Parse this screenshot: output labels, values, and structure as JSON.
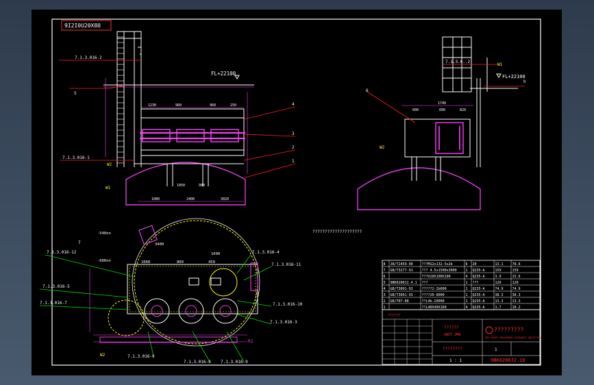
{
  "drawing": {
    "number_top": "9I2I0U20X80",
    "title_note": "????????????????????",
    "elevation_front": "FL+22100",
    "elevation_side": "FL+22100",
    "front_callouts": [
      "7.1.3.016-2",
      "5",
      "4",
      "3",
      "2",
      "1",
      "7.1.3.016-1",
      "W2",
      "W1"
    ],
    "side_callouts": [
      "6",
      "7.1.3.0..2",
      "W2",
      "W1",
      "h"
    ],
    "plan_callouts": [
      "7",
      "7.1.3.016-12",
      "7.1.3.016-5",
      "7.1.3.016-7",
      "7.1.3.016-4",
      "7.1.3.016-11",
      "7.1.3.016-10",
      "7.1.3.016-3",
      "7.1.3.016-6",
      "7.1.3.016-8",
      "7.1.3.016-9",
      "W2",
      "R2"
    ],
    "plan_dims": [
      "-540nn",
      "-680nn",
      "3400",
      "1690",
      "1060",
      "800",
      "450"
    ],
    "front_dims": [
      "1230",
      "960",
      "960",
      "250",
      "1050",
      "900",
      "1080",
      "2400",
      "3020"
    ],
    "side_dims": [
      "1740",
      "600",
      "600",
      "820"
    ]
  },
  "bom_rows": [
    [
      "8",
      "JB/T2459-90",
      "???M12x132-5x2b",
      "6",
      "20",
      "13.1",
      "78.6"
    ],
    [
      "7",
      "GB/T3277-91",
      "??? 4.5x1500x3000",
      "1",
      "Q235-A",
      "159",
      "159"
    ],
    [
      "6",
      "",
      "???U10X100X100",
      "4",
      "Q235-A",
      "3.9",
      "15.6"
    ],
    [
      "5",
      "9BK0200J2.4.1",
      "???",
      "1",
      "???",
      "120",
      "120"
    ],
    [
      "4",
      "GB/T3091-93",
      "?????2-2b000",
      "1",
      "Q235-A",
      "74.9",
      "74.9"
    ],
    [
      "3",
      "GB/T3091-93",
      "????20-8000",
      "1",
      "Q235-A",
      "38.3",
      "38.3"
    ],
    [
      "2",
      "GB/T07-88",
      "??L4b-20000",
      "1",
      "Q235-A",
      "13.3",
      "13.3"
    ],
    [
      "1",
      "",
      "??L40X40X160",
      "4",
      "Q235-A",
      "1.7",
      "10.2"
    ]
  ],
  "title_block": {
    "project": "??????",
    "unit": "UNIT  2MW",
    "drawing_name": "????????",
    "scale": "1 : 1",
    "company": "?????????",
    "company_en": "HSU HEAVY MACHINERY RESEARCH INSTITUTE",
    "sheet": "1",
    "code": "9BK0200J2.16"
  },
  "colors": {
    "frame": "#ffffff",
    "structure": "#ffffff",
    "leader": "#ff2020",
    "dimension": "#ff40ff",
    "tank": "#e040e0",
    "callout": "#ffff00",
    "ladder": "#ffffff",
    "cyan": "#00e0ff",
    "green": "#00ff00"
  }
}
